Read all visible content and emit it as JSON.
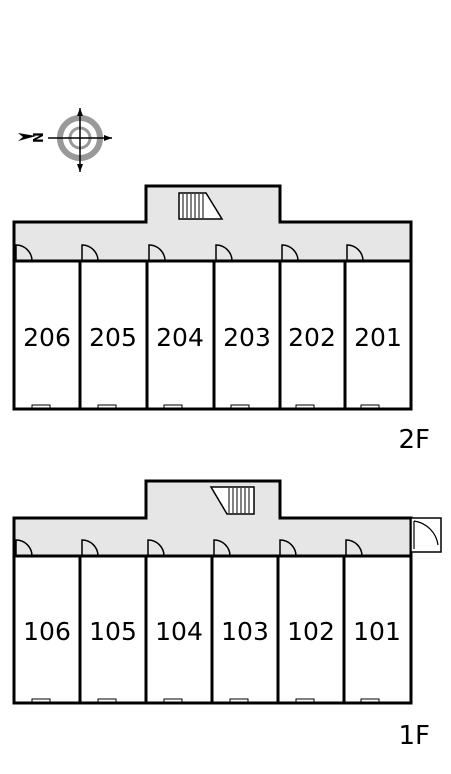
{
  "compass": {
    "north_label": "N"
  },
  "floors": [
    {
      "label": "2F",
      "rooms": [
        "206",
        "205",
        "204",
        "203",
        "202",
        "201"
      ]
    },
    {
      "label": "1F",
      "rooms": [
        "106",
        "105",
        "104",
        "103",
        "102",
        "101"
      ]
    }
  ],
  "colors": {
    "corridor": "#e6e6e6",
    "line": "#000000",
    "compass_gray": "#999999"
  }
}
